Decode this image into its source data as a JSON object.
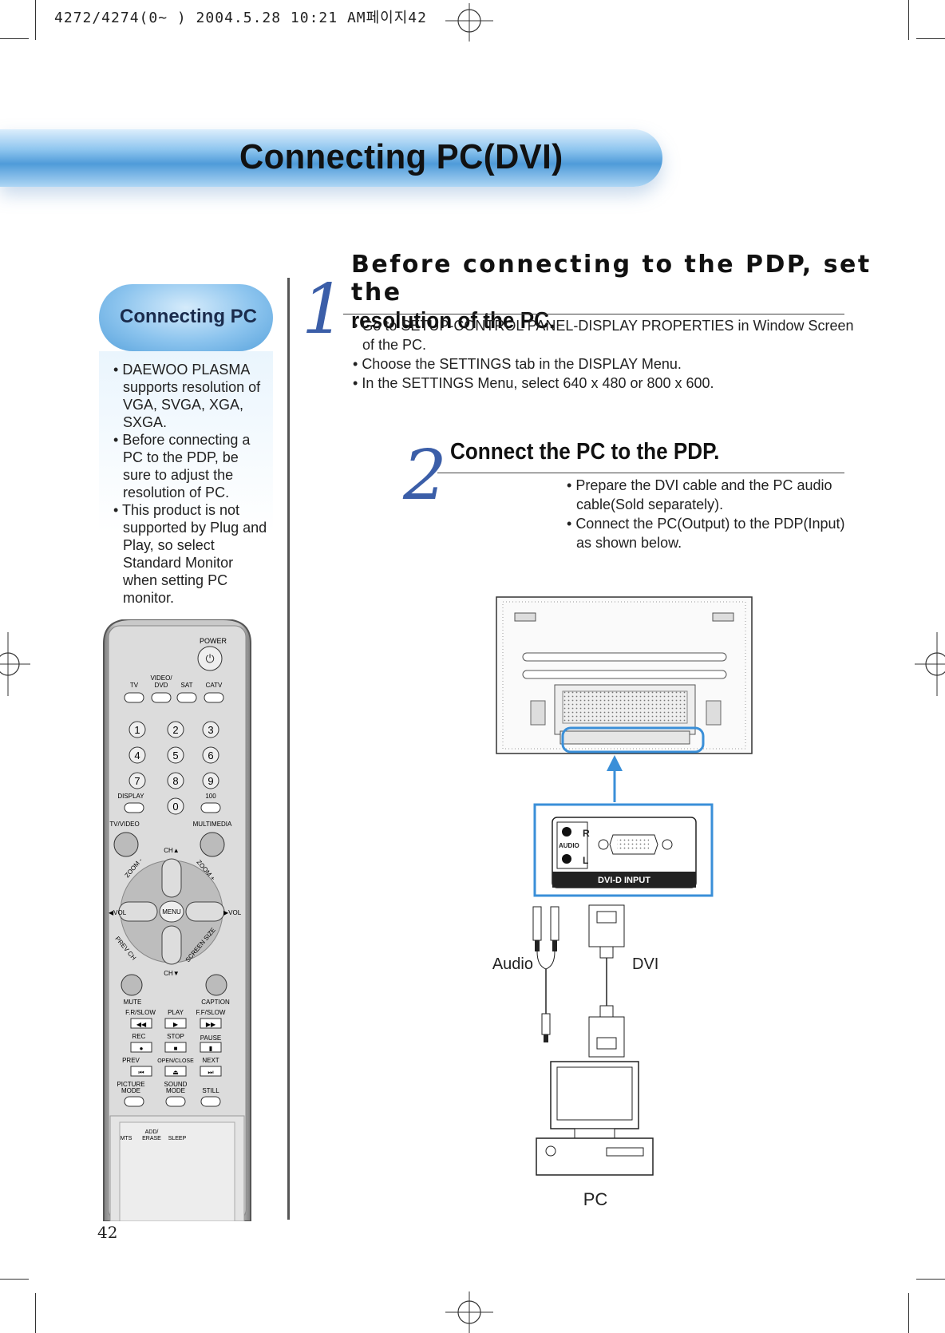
{
  "print_header": "4272/4274(0~ ) 2004.5.28 10:21 AM페이지42",
  "title": "Connecting PC(DVI)",
  "sidebar": {
    "heading": "Connecting PC",
    "bullets": [
      "DAEWOO PLASMA supports resolution of VGA, SVGA, XGA, SXGA.",
      "Before connecting a PC to the PDP, be sure to adjust the resolution of PC.",
      "This product is not supported by Plug and Play, so select Standard Monitor when setting PC monitor."
    ]
  },
  "steps": [
    {
      "number": "1",
      "title_line1": "Before connecting to the PDP, set the",
      "title_line2": "resolution of the PC.",
      "bullets": [
        "Go to SETUP-CONTROL PANEL-DISPLAY PROPERTIES in Window Screen of the PC.",
        "Choose the SETTINGS tab in the DISPLAY Menu.",
        "In the SETTINGS Menu, select 640 x 480 or 800 x 600."
      ]
    },
    {
      "number": "2",
      "title": "Connect the PC to the PDP.",
      "bullets": [
        "Prepare the DVI cable and the PC audio cable(Sold separately).",
        "Connect the PC(Output) to the PDP(Input) as shown below."
      ]
    }
  ],
  "diagram": {
    "panel_r": "R",
    "panel_l": "L",
    "panel_audio": "AUDIO",
    "panel_caption": "DVI-D INPUT",
    "audio_label": "Audio",
    "dvi_label": "DVI",
    "pc_label": "PC",
    "highlight_color": "#3a8fd8"
  },
  "remote": {
    "power": "POWER",
    "video_dvd": "VIDEO/\nDVD",
    "video": "VIDEO/",
    "dvd": "DVD",
    "tv": "TV",
    "sat": "SAT",
    "catv": "CATV",
    "digits": [
      "1",
      "2",
      "3",
      "4",
      "5",
      "6",
      "7",
      "8",
      "9",
      "0"
    ],
    "display": "DISPLAY",
    "hundred": "100",
    "tv_video": "TV/VIDEO",
    "multimedia": "MULTIMEDIA",
    "ch_up": "CH▲",
    "ch_down": "CH▼",
    "zoom_minus": "ZOOM -",
    "zoom_plus": "ZOOM +",
    "menu": "MENU",
    "vol_left": "◀VOL",
    "vol_right": "▶VOL",
    "prev_ch": "PREV CH",
    "screen_size": "SCREEN SIZE",
    "mute": "MUTE",
    "caption": "CAPTION",
    "fr_slow": "F.R/SLOW",
    "play": "PLAY",
    "ff_slow": "F.F/SLOW",
    "rec": "REC",
    "stop": "STOP",
    "pause": "PAUSE",
    "prev": "PREV",
    "open_close": "OPEN/CLOSE",
    "next": "NEXT",
    "picture": "PICTURE",
    "picture_mode": "MODE",
    "sound": "SOUND",
    "sound_mode": "MODE",
    "still": "STILL",
    "add": "ADD/",
    "erase": "ERASE",
    "mts": "MTS",
    "sleep": "SLEEP"
  },
  "page_number": "42"
}
